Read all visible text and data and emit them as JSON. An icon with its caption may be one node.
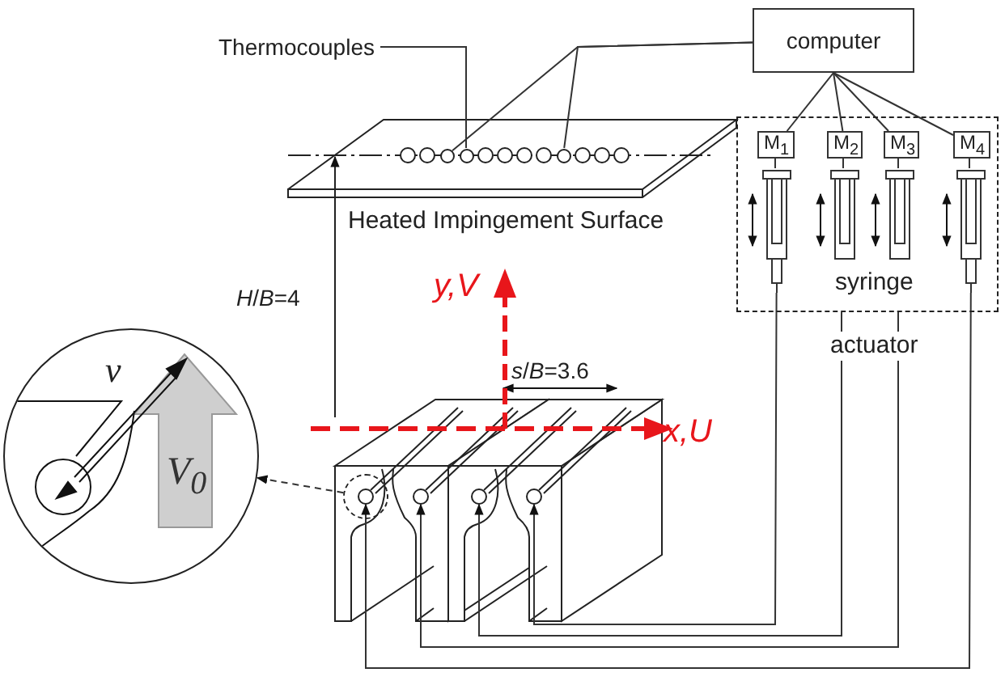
{
  "diagram": {
    "nodes": [
      {
        "text": [
          "computer"
        ]
      },
      {
        "text": [
          "syringe"
        ]
      },
      {
        "text": [
          "M$_{1}$"
        ],
        "in": 1
      },
      {
        "text": [
          "M$_{2}$"
        ],
        "in": 1
      },
      {
        "text": [
          "M$_{3}$"
        ],
        "in": 1
      },
      {
        "text": [
          "M$_{4}$"
        ],
        "in": 1
      },
      {
        "text": [
          "Thermocouples"
        ]
      },
      {
        "text": [],
        "shape": "circle"
      },
      {
        "text": [],
        "shape": "circle"
      },
      {
        "text": [],
        "shape": "circle"
      },
      {
        "text": [
          "Heated Impingement Surface"
        ]
      },
      {
        "text": [
          "v",
          "V$_{0}$"
        ]
      },
      {
        "text": [],
        "shape": "circle"
      },
      {
        "text": [],
        "shape": "syringe",
        "in": 1
      },
      {
        "text": [],
        "shape": "syringe",
        "in": 1
      },
      {
        "text": [],
        "shape": "syringe",
        "in": 1
      },
      {
        "text": [],
        "shape": "syringe",
        "in": 1
      },
      {
        "text": [],
        "shape": "circle",
        "in": 12
      },
      {
        "text": [],
        "shape": "circle"
      },
      {
        "text": [],
        "shape": "circle"
      },
      {
        "text": [],
        "shape": "circle"
      }
    ],
    "edges": [
      {
        "from": 0,
        "to": 2,
        "arrow": "none"
      },
      {
        "from": 0,
        "to": 3,
        "arrow": "none"
      },
      {
        "from": 0,
        "to": 4,
        "arrow": "none"
      },
      {
        "from": 0,
        "to": 5,
        "arrow": "none"
      },
      {
        "from": 6,
        "to": 8,
        "arrow": "none"
      },
      {
        "from": 0,
        "to": 7,
        "arrow": "none"
      },
      {
        "from": 0,
        "to": 9,
        "arrow": "none"
      },
      {
        "from": 12,
        "to": 11,
        "arrow": "to",
        "style": "dashed"
      },
      {
        "from": 13,
        "to": 20,
        "arrow": "to"
      },
      {
        "from": 1,
        "to": 19,
        "arrow": "to"
      },
      {
        "from": 1,
        "to": 18,
        "arrow": "to"
      },
      {
        "from": 16,
        "to": 17,
        "arrow": "to"
      }
    ],
    "labels": [
      "actuator",
      "*H*/*B*=4",
      "y,V",
      "*s*/*B*=3.6",
      "x,U"
    ]
  }
}
